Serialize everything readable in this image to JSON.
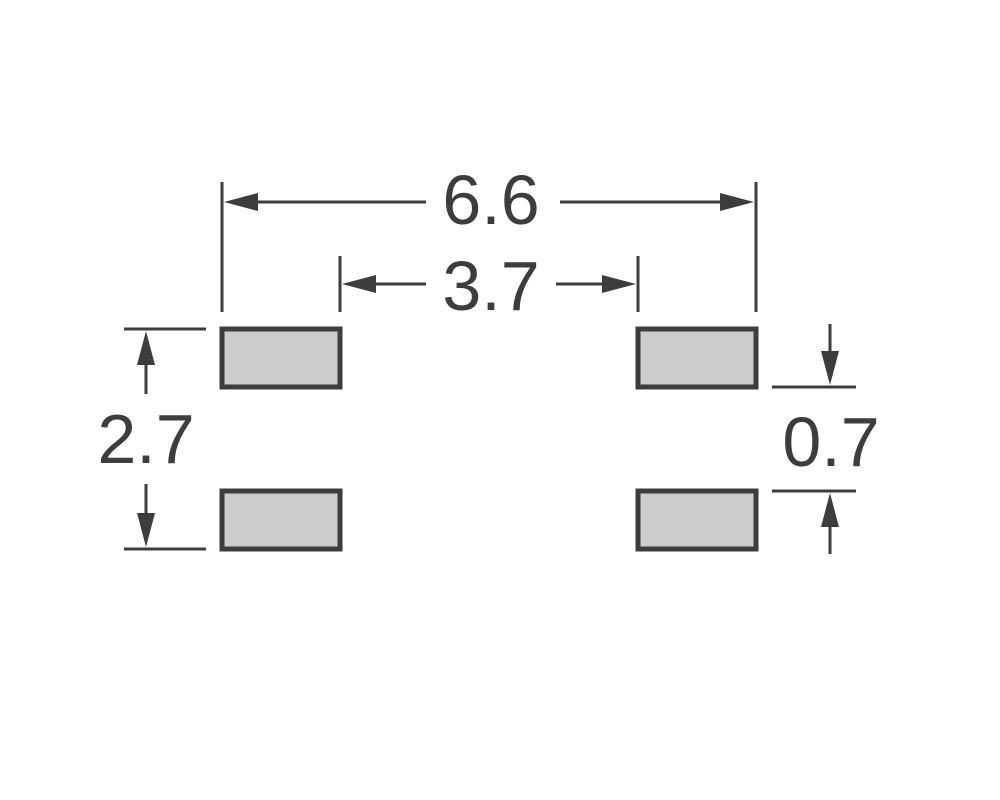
{
  "colors": {
    "background": "#ffffff",
    "line": "#3d3d3d",
    "pad_fill": "#cccccc",
    "pad_outline": "#3d3d3d"
  },
  "dimensions": {
    "overall_width": "6.6",
    "inner_gap": "3.7",
    "overall_height": "2.7",
    "pad_height": "0.7"
  },
  "pads": [
    {
      "name": "pad-top-left"
    },
    {
      "name": "pad-bottom-left"
    },
    {
      "name": "pad-top-right"
    },
    {
      "name": "pad-bottom-right"
    }
  ]
}
